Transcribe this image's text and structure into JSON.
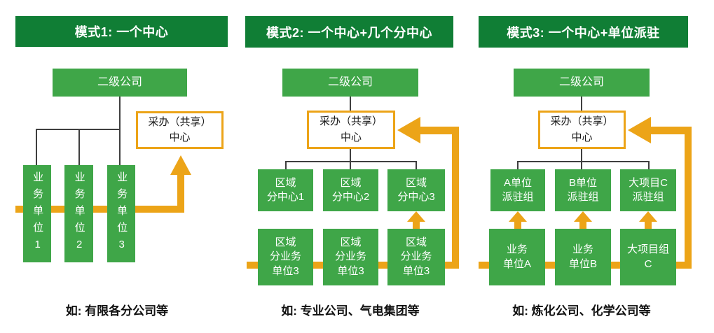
{
  "colors": {
    "header_green": "#107e35",
    "box_green": "#3fa648",
    "orange": "#eca418",
    "connector_gray": "#3f3f3f",
    "caption_black": "#111111"
  },
  "panels": [
    {
      "header": "模式1: 一个中心",
      "company": "二级公司",
      "center": "采办（共享）\n中心",
      "units": [
        "业务单位1",
        "业务单位2",
        "业务单位3"
      ],
      "caption": "如: 有限各分公司等"
    },
    {
      "header": "模式2: 一个中心+几个分中心",
      "company": "二级公司",
      "center": "采办（共享）\n中心",
      "row1": [
        "区域\n分中心1",
        "区域\n分中心2",
        "区域\n分中心3"
      ],
      "row2": [
        "区域\n分业务\n单位3",
        "区域\n分业务\n单位3",
        "区域\n分业务\n单位3"
      ],
      "caption": "如: 专业公司、气电集团等"
    },
    {
      "header": "模式3: 一个中心+单位派驻",
      "company": "二级公司",
      "center": "采办（共享）\n中心",
      "row1": [
        "A单位\n派驻组",
        "B单位\n派驻组",
        "大项目C\n派驻组"
      ],
      "row2": [
        "业务\n单位A",
        "业务\n单位B",
        "大项目组\nC"
      ],
      "caption": "如: 炼化公司、化学公司等"
    }
  ]
}
